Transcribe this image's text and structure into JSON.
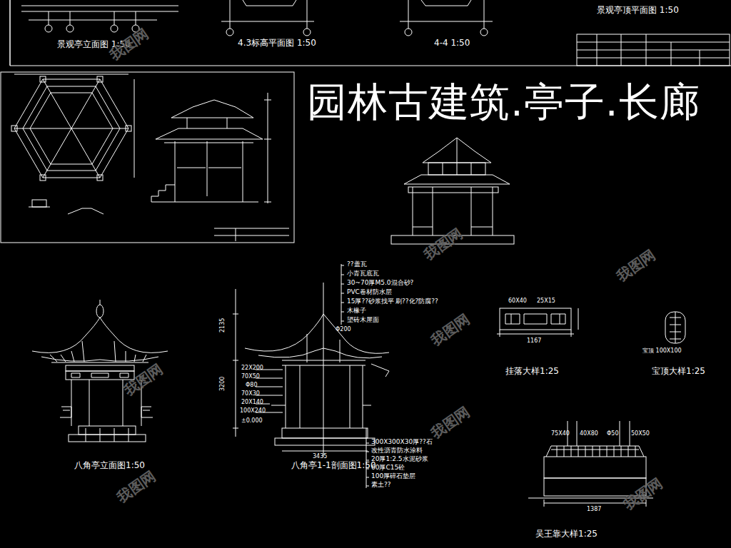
{
  "diagram": {
    "title": "园林古建筑.亭子.长廊",
    "labels": [
      "景观亭立面图 1:50",
      "4.3标高平面图 1:50",
      "4-4 1:50",
      "景观亭顶平面图 1:50",
      "八角亭立面图1:50",
      "八角亭1-1剖面图1:50",
      "挂落大样1:25",
      "宝顶大样1:25",
      "吴王靠大样1:25",
      "??盖瓦",
      "小青瓦底瓦",
      "30~70厚M5.0混合砂?",
      "PVC卷材防水层",
      "15厚??砂浆找平",
      "刷??化?防腐??",
      "木椽子",
      "望砖木屋面",
      "300X300X30厚??石",
      "改性沥青防水涂料",
      "20厚1:2.5水泥砂浆",
      "60厚C15砼",
      "100厚碎石垫层",
      "素土??",
      "22X200",
      "70X50",
      "Φ80",
      "70X30",
      "20X140",
      "100X240",
      "±0.000",
      "Φ200",
      "2135",
      "3200",
      "3435",
      "60X40",
      "25X15",
      "1167",
      "宝顶 100X100",
      "75X40",
      "40X80",
      "Φ50",
      "50X50",
      "1387",
      "我图网",
      "我图网",
      "我图网",
      "我图网",
      "我图网",
      "我图网",
      "我图网",
      "我图网"
    ]
  }
}
